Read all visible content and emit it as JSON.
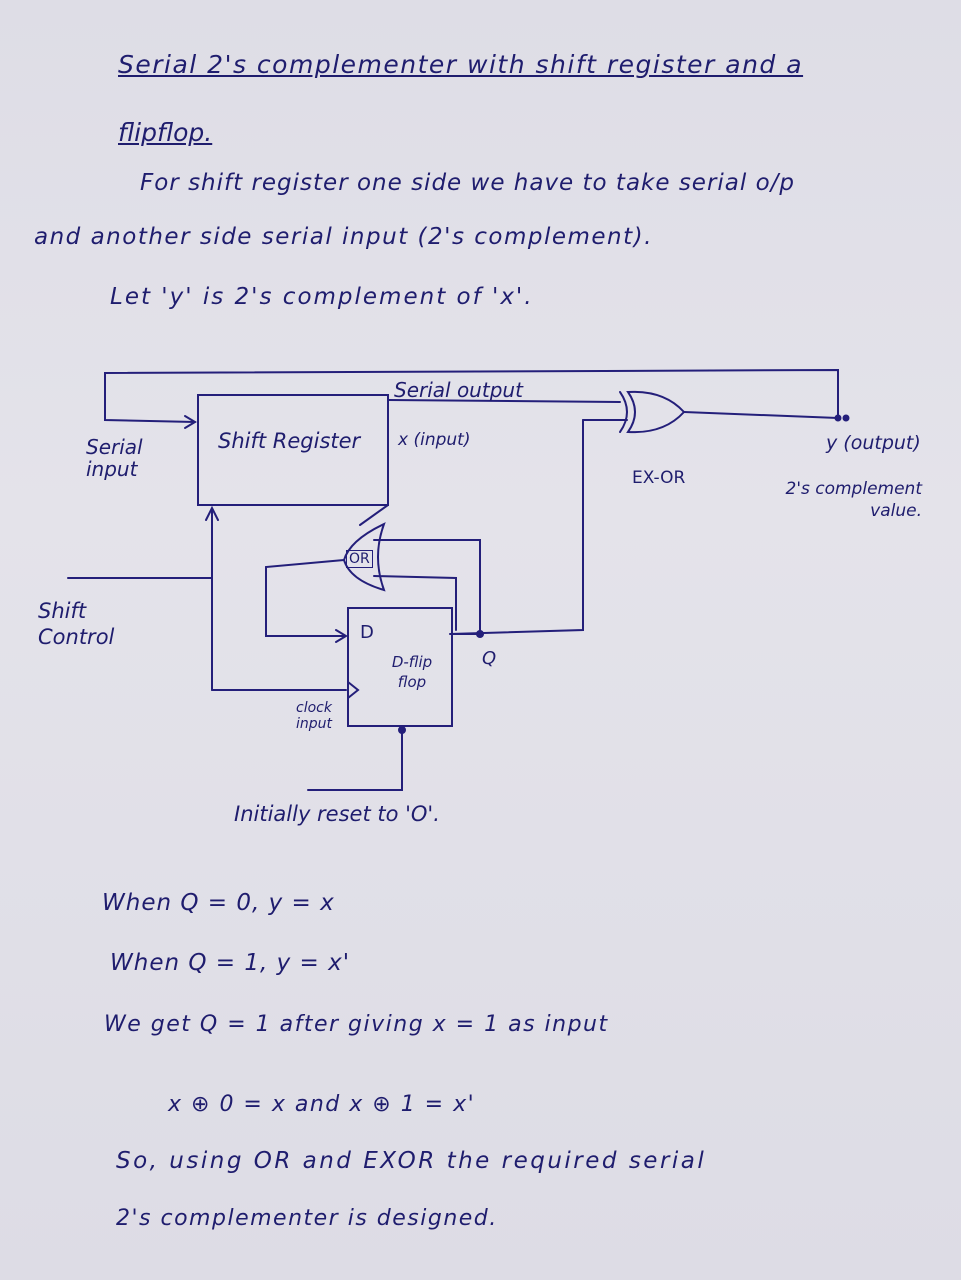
{
  "title": {
    "line1": "Serial 2's complementer with shift register and a",
    "line2": "flipflop."
  },
  "intro": {
    "line1": "For shift register one side we have to take serial o/p",
    "line2": "and another side serial input (2's complement).",
    "line3": "Let 'y' is 2's complement of 'x'."
  },
  "diagram": {
    "serial_output": "Serial output",
    "serial_input": "Serial input",
    "shift_register": "Shift Register",
    "x_input": "x (input)",
    "or_gate": "OR",
    "ex_or": "EX-OR",
    "y_output": "y (output)",
    "y_note": "2's complement value.",
    "shift_control": "Shift Control",
    "d_label": "D",
    "dff_label": "D-flip flop",
    "q_label": "Q",
    "clock_input": "clock input",
    "reset_note": "Initially reset to 'O'."
  },
  "notes": {
    "when_q0": "When Q = 0, y = x",
    "when_q1": "When Q = 1, y = x'",
    "we_get": "We get Q = 1 after giving x = 1 as input",
    "xor_rule": "x ⊕ 0 = x and x ⊕ 1 = x'",
    "conclusion1": "So, using OR and EXOR the required serial",
    "conclusion2": "2's complementer is designed."
  }
}
